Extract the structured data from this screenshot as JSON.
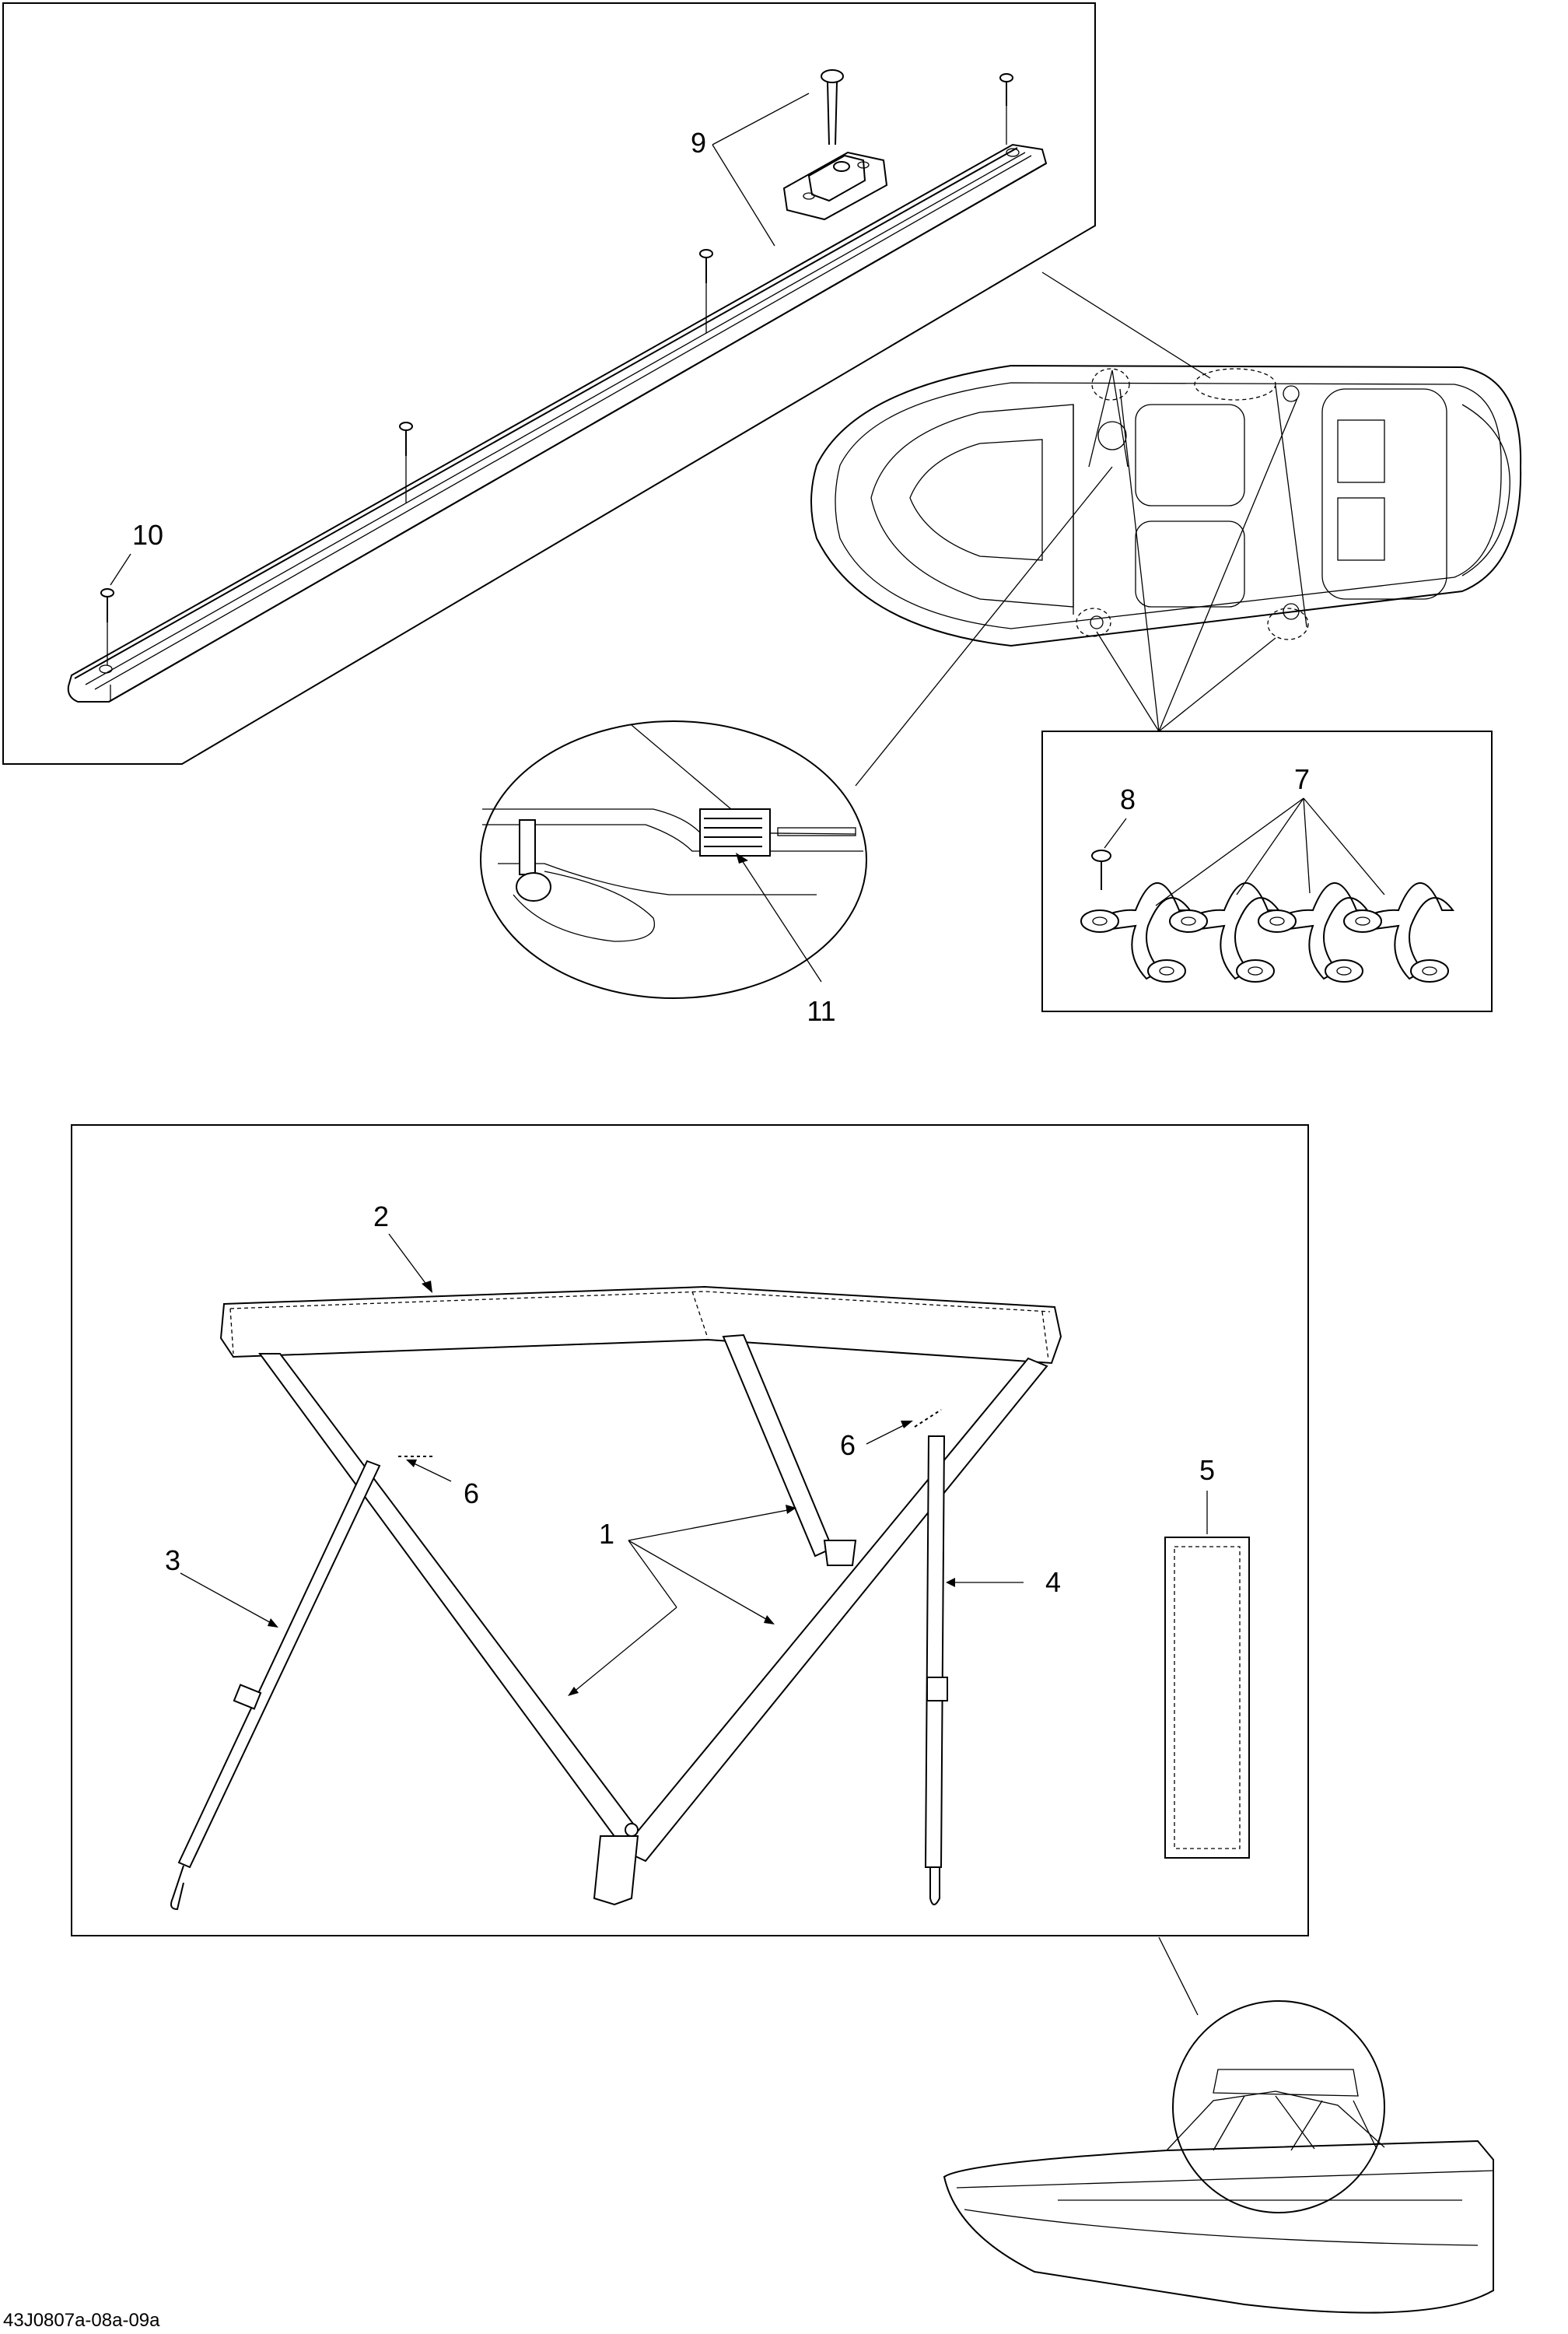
{
  "callouts": {
    "c1": "1",
    "c2": "2",
    "c3": "3",
    "c4": "4",
    "c5": "5",
    "c6a": "6",
    "c6b": "6",
    "c7": "7",
    "c8": "8",
    "c9": "9",
    "c10": "10",
    "c11": "11"
  },
  "figure_code": "43J0807a-08a-09a",
  "colors": {
    "line": "#000000",
    "background": "#ffffff"
  }
}
